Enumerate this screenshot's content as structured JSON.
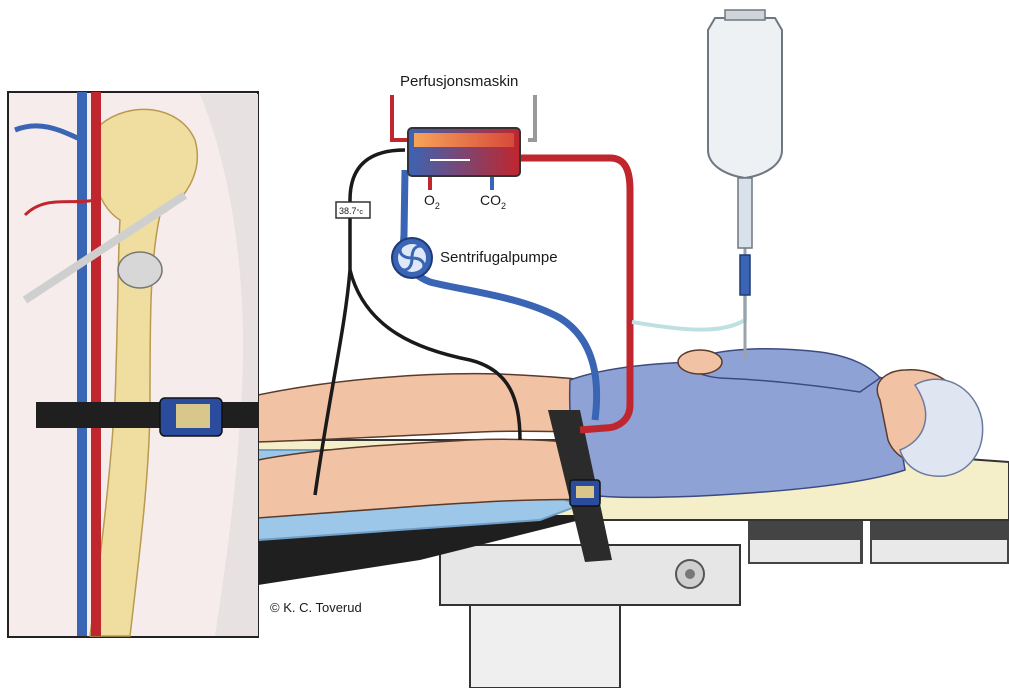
{
  "labels": {
    "perfusion_machine": "Perfusjonsmaskin",
    "o2": "O",
    "o2_sub": "2",
    "co2": "CO",
    "co2_sub": "2",
    "pump": "Sentrifugalpumpe",
    "temperature": "38.7",
    "temperature_unit": "°c",
    "copyright": "© K. C. Toverud"
  },
  "colors": {
    "artery": "#c0262d",
    "vein": "#3a64b4",
    "skin": "#f2c2a4",
    "gown": "#8fa2d6",
    "table_top": "#f4efc8",
    "drape": "#9cc7e8",
    "cuff": "#2b2b2b",
    "bone": "#f0dea0"
  },
  "icons": [
    "centrifugal-pump-icon",
    "iv-bag-icon",
    "tourniquet-icon",
    "thermometer-display-icon"
  ]
}
